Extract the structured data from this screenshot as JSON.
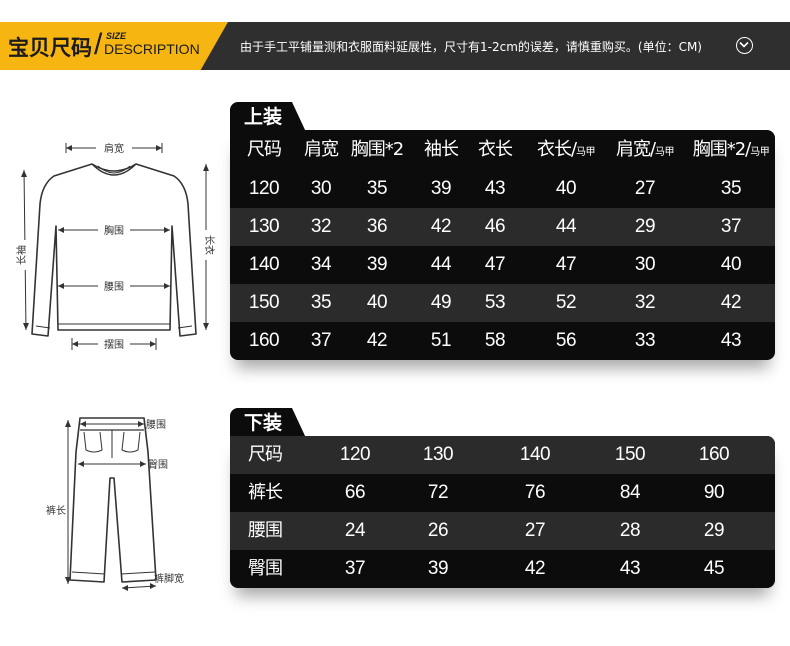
{
  "header": {
    "title_cn": "宝贝尺码",
    "size_label": "SIZE",
    "desc_en": "DESCRIPTION",
    "note": "由于手工平铺量测和衣服面料延展性，尺寸有1-2cm的误差，请慎重购买。(单位：CM)",
    "accent_color": "#f6b511",
    "bar_color": "#2f2f2f",
    "expand_icon": "chevron-down-circle-icon"
  },
  "top_figure": {
    "labels": {
      "shoulder": "肩宽",
      "sleeve": "长袖",
      "chest": "胸围",
      "waist": "腰围",
      "hem": "摆围",
      "length": "长衣"
    }
  },
  "bottom_figure": {
    "labels": {
      "waist": "腰围",
      "hip": "臀围",
      "length": "裤长",
      "leg": "裤脚宽"
    }
  },
  "top_table": {
    "title": "上装",
    "headers": [
      {
        "main": "尺码",
        "sub": ""
      },
      {
        "main": "肩宽",
        "sub": ""
      },
      {
        "main": "胸围*2",
        "sub": ""
      },
      {
        "main": "袖长",
        "sub": ""
      },
      {
        "main": "衣长",
        "sub": ""
      },
      {
        "main": "衣长/",
        "sub": "马甲"
      },
      {
        "main": "肩宽/",
        "sub": "马甲"
      },
      {
        "main": "胸围*2/",
        "sub": "马甲"
      }
    ],
    "rows": [
      [
        "120",
        "30",
        "35",
        "39",
        "43",
        "40",
        "27",
        "35"
      ],
      [
        "130",
        "32",
        "36",
        "42",
        "46",
        "44",
        "29",
        "37"
      ],
      [
        "140",
        "34",
        "39",
        "44",
        "47",
        "47",
        "30",
        "40"
      ],
      [
        "150",
        "35",
        "40",
        "49",
        "53",
        "52",
        "32",
        "42"
      ],
      [
        "160",
        "37",
        "42",
        "51",
        "58",
        "56",
        "33",
        "43"
      ]
    ]
  },
  "bottom_table": {
    "title": "下装",
    "headers": [
      "尺码",
      "120",
      "130",
      "140",
      "150",
      "160"
    ],
    "rows": [
      [
        "裤长",
        "66",
        "72",
        "76",
        "84",
        "90"
      ],
      [
        "腰围",
        "24",
        "26",
        "27",
        "28",
        "29"
      ],
      [
        "臀围",
        "37",
        "39",
        "42",
        "43",
        "45"
      ]
    ]
  }
}
